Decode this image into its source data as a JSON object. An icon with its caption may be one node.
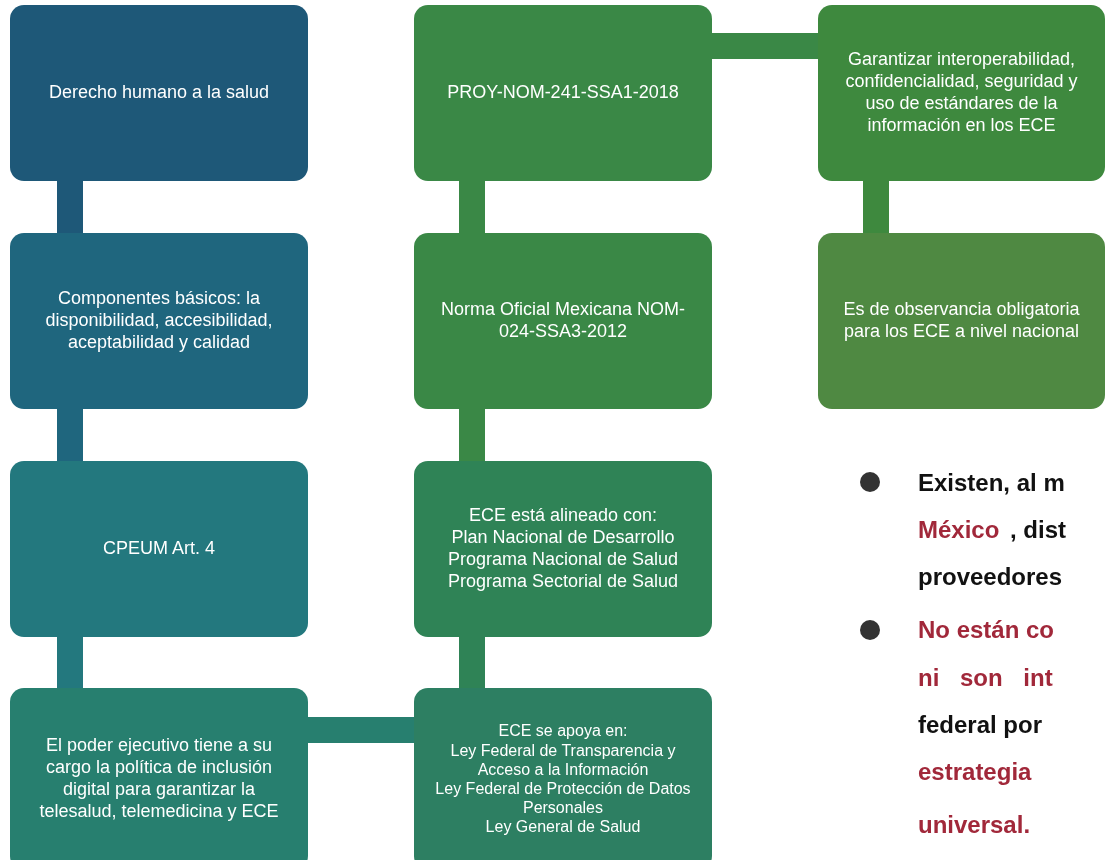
{
  "diagram": {
    "nodes": [
      {
        "text": [
          "Derecho humano a la salud"
        ]
      },
      {
        "text": [
          "Componentes básicos: la disponibilidad, accesibilidad, aceptabilidad y calidad"
        ]
      },
      {
        "text": [
          "CPEUM Art. 4"
        ]
      },
      {
        "text": [
          "El poder ejecutivo tiene a su cargo la política de inclusión digital para garantizar la telesalud, telemedicina y ECE"
        ]
      },
      {
        "text": [
          "PROY-NOM-241-SSA1-2018"
        ]
      },
      {
        "text": [
          "Norma Oficial Mexicana NOM-024-SSA3-2012"
        ]
      },
      {
        "text": [
          "ECE está alineado con:",
          "Plan Nacional de Desarrollo",
          "Programa Nacional de Salud",
          "Programa Sectorial de Salud"
        ]
      },
      {
        "text": [
          "ECE se apoya en:",
          "Ley Federal de Transparencia y Acceso a la Información",
          "Ley Federal de Protección de Datos Personales",
          "Ley General de Salud"
        ]
      },
      {
        "text": [
          "Garantizar interoperabilidad, confidencialidad, seguridad y uso de estándares de la información en los ECE"
        ]
      },
      {
        "text": [
          "Es de observancia obligatoria para los ECE a nivel nacional"
        ]
      }
    ],
    "edges": [
      {
        "from": 0,
        "to": 1,
        "arrow": "none"
      },
      {
        "from": 1,
        "to": 2,
        "arrow": "none"
      },
      {
        "from": 2,
        "to": 3,
        "arrow": "none"
      },
      {
        "from": 3,
        "to": 7,
        "arrow": "none"
      },
      {
        "from": 4,
        "to": 5,
        "arrow": "none"
      },
      {
        "from": 5,
        "to": 6,
        "arrow": "none"
      },
      {
        "from": 6,
        "to": 7,
        "arrow": "none"
      },
      {
        "from": 4,
        "to": 8,
        "arrow": "none"
      },
      {
        "from": 8,
        "to": 9,
        "arrow": "none"
      }
    ],
    "labels": [
      "Existen, al m",
      "México",
      ", dist",
      "proveedores",
      "No están co",
      "ni son int",
      "federal por",
      "estrategia",
      "universal."
    ]
  }
}
